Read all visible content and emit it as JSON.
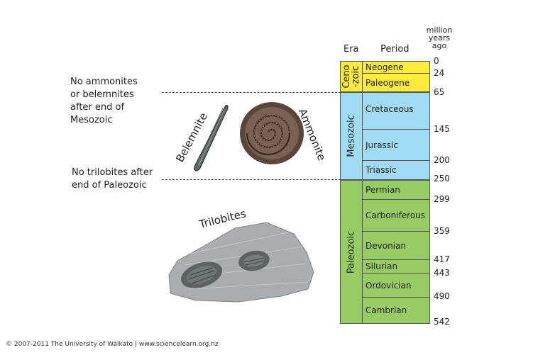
{
  "headers": {
    "era": "Era",
    "period": "Period",
    "ma_line1": "million",
    "ma_line2": "years",
    "ma_line3": "ago"
  },
  "notes": {
    "mesozoic_line1": "No ammonites",
    "mesozoic_line2": "or belemnites",
    "mesozoic_line3": "after end of",
    "mesozoic_line4": "Mesozoic",
    "paleozoic_line1": "No trilobites after",
    "paleozoic_line2": "end of Paleozoic"
  },
  "fossils": {
    "belemnite": "Belemnite",
    "ammonite": "Ammonite",
    "trilobites": "Trilobites"
  },
  "eras": [
    {
      "line1": "Ceno",
      "line2": "-zoic",
      "color": "#ffeb3b"
    },
    {
      "name": "Mesozoic",
      "color": "#9fdcf4"
    },
    {
      "name": "Paleozoic",
      "color": "#97cc64"
    }
  ],
  "periods": [
    {
      "name": "Neogene",
      "color": "#ffeb3b"
    },
    {
      "name": "Paleogene",
      "color": "#ffeb3b"
    },
    {
      "name": "Cretaceous",
      "color": "#9fdcf4"
    },
    {
      "name": "Jurassic",
      "color": "#9fdcf4"
    },
    {
      "name": "Triassic",
      "color": "#9fdcf4"
    },
    {
      "name": "Permian",
      "color": "#97cc64"
    },
    {
      "name": "Carboniferous",
      "color": "#97cc64"
    },
    {
      "name": "Devonian",
      "color": "#97cc64"
    },
    {
      "name": "Silurian",
      "color": "#97cc64"
    },
    {
      "name": "Ordovician",
      "color": "#97cc64"
    },
    {
      "name": "Cambrian",
      "color": "#97cc64"
    }
  ],
  "ages": [
    "0",
    "24",
    "65",
    "145",
    "200",
    "250",
    "299",
    "359",
    "417",
    "443",
    "490",
    "542"
  ],
  "copyright": "© 2007-2011 The University of Waikato | www.sciencelearn.org.nz"
}
